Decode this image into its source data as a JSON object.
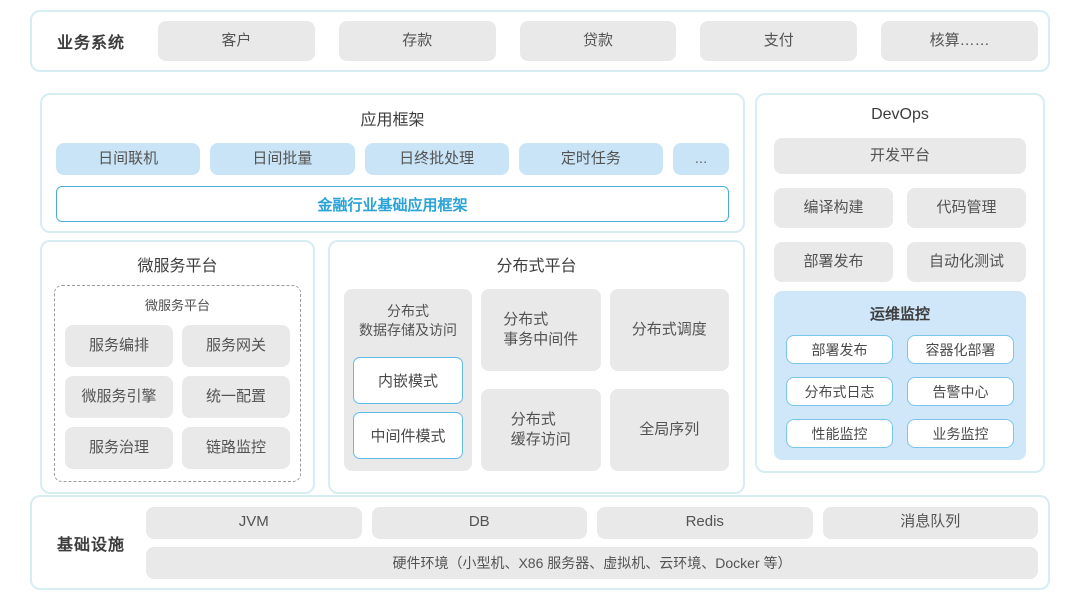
{
  "colors": {
    "panel_border": "#d6edf3",
    "gray_fill": "#e9e9ea",
    "light_blue_fill": "#c9e4f6",
    "accent_blue": "#29a3d8",
    "accent_blue_border": "#49aedd",
    "monitor_panel_bg": "#cfe7f9",
    "monitor_button_border": "#79c6ea",
    "text_dark": "#3d3d3d"
  },
  "business": {
    "label": "业务系统",
    "items": [
      "客户",
      "存款",
      "贷款",
      "支付",
      "核算……"
    ]
  },
  "app_framework": {
    "title": "应用框架",
    "items": [
      "日间联机",
      "日间批量",
      "日终批处理",
      "定时任务",
      "..."
    ],
    "base": "金融行业基础应用框架"
  },
  "microservice": {
    "title": "微服务平台",
    "inner_title": "微服务平台",
    "items": [
      "服务编排",
      "服务网关",
      "微服务引擎",
      "统一配置",
      "服务治理",
      "链路监控"
    ]
  },
  "distributed": {
    "title": "分布式平台",
    "storage": {
      "label": "分布式\n数据存储及访问",
      "modes": [
        "内嵌模式",
        "中间件模式"
      ]
    },
    "cells": [
      "分布式\n事务中间件",
      "分布式调度",
      "分布式\n缓存访问",
      "全局序列"
    ]
  },
  "devops": {
    "title": "DevOps",
    "dev_platform": "开发平台",
    "items": [
      "编译构建",
      "代码管理",
      "部署发布",
      "自动化测试"
    ],
    "monitor": {
      "title": "运维监控",
      "items": [
        "部署发布",
        "容器化部署",
        "分布式日志",
        "告警中心",
        "性能监控",
        "业务监控"
      ]
    }
  },
  "infrastructure": {
    "label": "基础设施",
    "items": [
      "JVM",
      "DB",
      "Redis",
      "消息队列"
    ],
    "hardware": "硬件环境（小型机、X86 服务器、虚拟机、云环境、Docker 等）"
  }
}
